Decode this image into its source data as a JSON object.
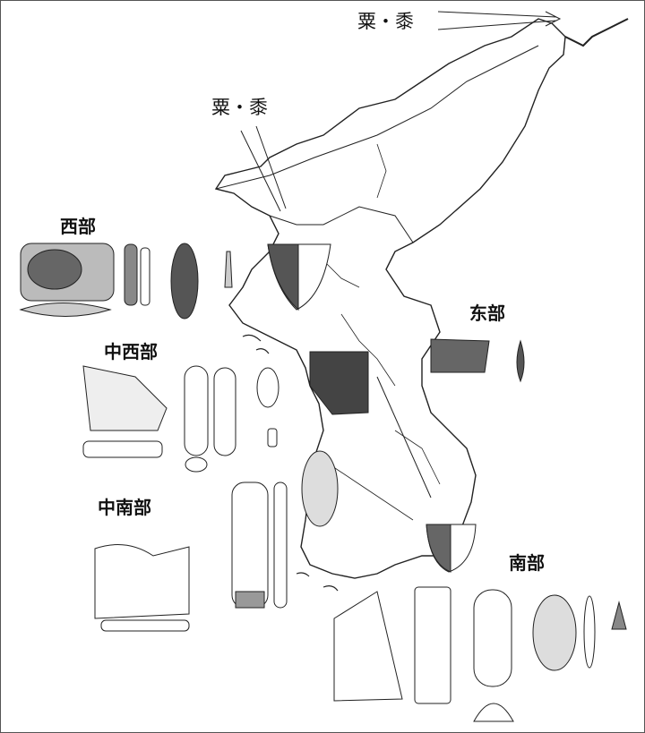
{
  "labels": {
    "crop_ne": "粟・黍",
    "crop_nw": "粟・黍",
    "west": "西部",
    "central_west": "中西部",
    "central_south": "中南部",
    "east": "东部",
    "south": "南部"
  }
}
